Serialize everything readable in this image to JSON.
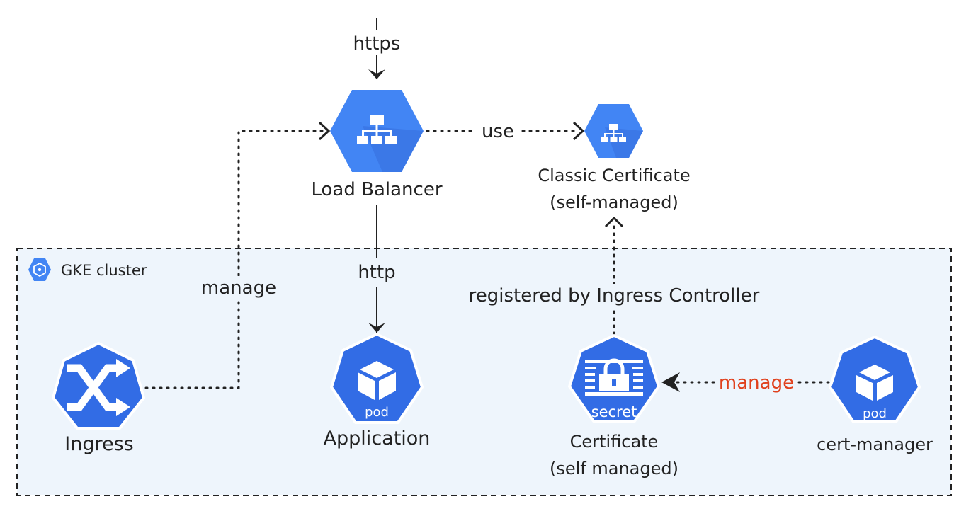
{
  "cluster": {
    "label": "GKE cluster"
  },
  "edges": {
    "https": "https",
    "use": "use",
    "manage_ingress": "manage",
    "http": "http",
    "registered": "registered by Ingress Controller",
    "manage_cert": "manage"
  },
  "nodes": {
    "load_balancer": {
      "label": "Load Balancer"
    },
    "classic_cert": {
      "line1": "Classic Certificate",
      "line2": "(self-managed)"
    },
    "ingress": {
      "label": "Ingress"
    },
    "application": {
      "label": "Application",
      "badge": "pod"
    },
    "certificate": {
      "line1": "Certificate",
      "line2": "(self managed)",
      "badge": "secret"
    },
    "cert_manager": {
      "label": "cert-manager",
      "badge": "pod"
    }
  },
  "icons": {
    "load_balancer": "load-balancer-icon",
    "classic_cert": "load-balancer-icon",
    "ingress": "shuffle-icon",
    "application": "cube-icon",
    "certificate": "padlock-icon",
    "cert_manager": "cube-icon",
    "cluster": "gke-icon"
  },
  "colors": {
    "node_blue": "#326ce5",
    "gcp_blue": "#4285f4",
    "gcp_shade": "#3b78e7",
    "cluster_fill": "#eef5fc",
    "manage_cert_label": "#e0401c"
  }
}
